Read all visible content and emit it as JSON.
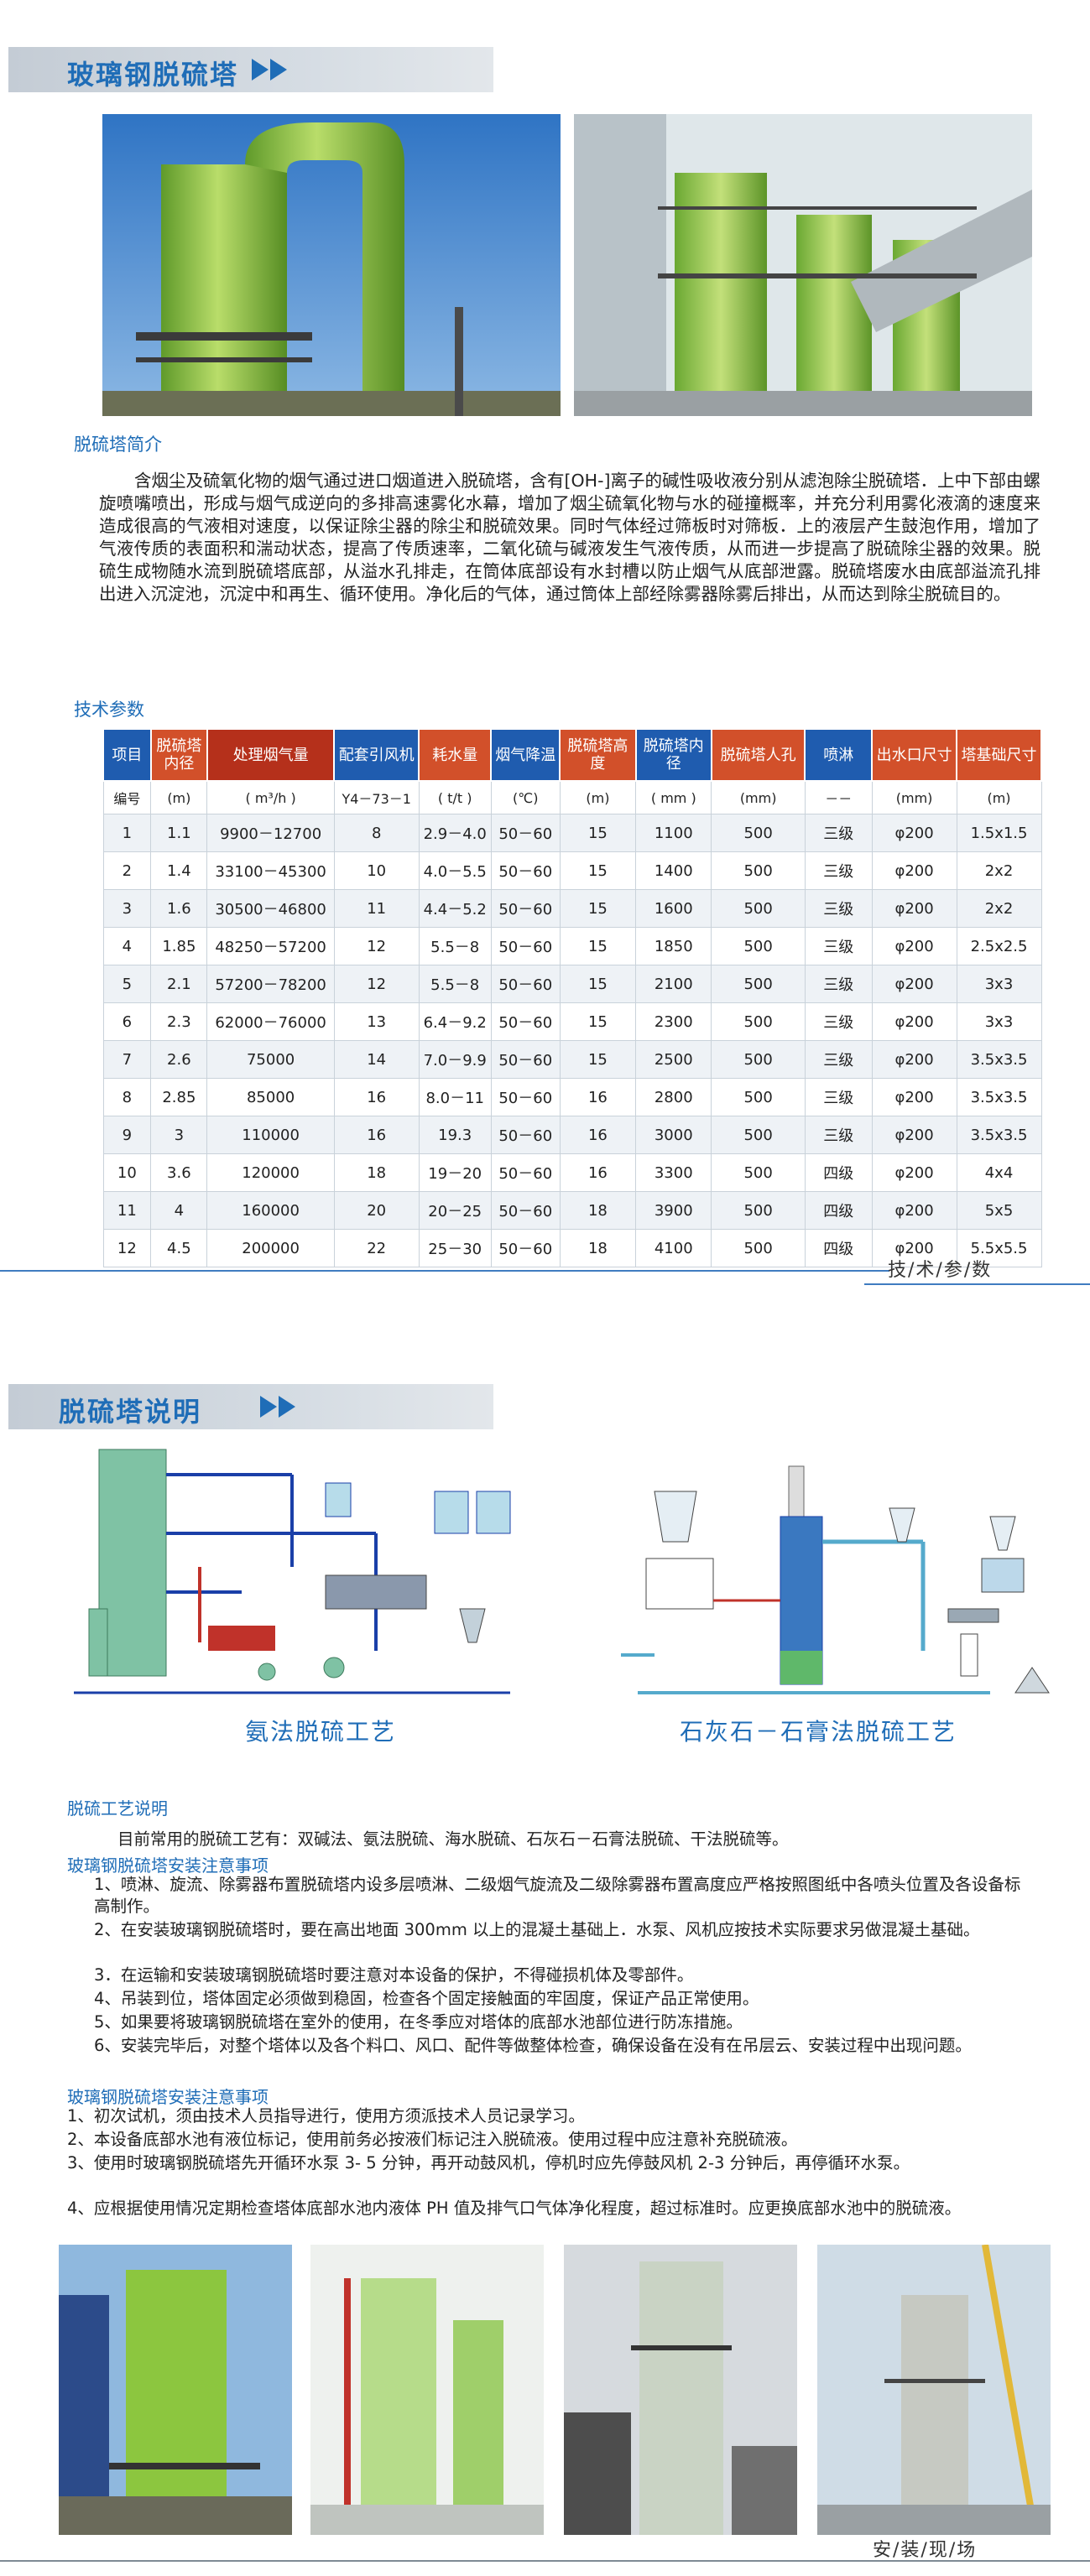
{
  "section1": {
    "title": "玻璃钢脱硫塔",
    "intro_heading": "脱硫塔简介",
    "intro_text": "含烟尘及硫氧化物的烟气通过进口烟道进入脱硫塔，含有[OH-]离子的碱性吸收液分别从滤泡除尘脱硫塔．上中下部由螺旋喷嘴喷出，形成与烟气成逆向的多排高速雾化水幕，增加了烟尘硫氧化物与水的碰撞概率，并充分利用雾化液滴的速度来造成很高的气液相对速度，以保证除尘器的除尘和脱硫效果。同时气体经过筛板时对筛板．上的液层产生鼓泡作用，增加了气液传质的表面积和湍动状态，提高了传质速率，二氧化硫与碱液发生气液传质，从而进一步提高了脱硫除尘器的效果。脱硫生成物随水流到脱硫塔底部，从溢水孔排走，在筒体底部设有水封槽以防止烟气从底部泄露。脱硫塔废水由底部溢流孔排出进入沉淀池，沉淀中和再生、循环使用。净化后的气体，通过筒体上部经除雾器除雾后排出，从而达到除尘脱硫目的。",
    "spec_heading": "技术参数",
    "footer": "技/术/参/数"
  },
  "table": {
    "headers": [
      "项目",
      "脱硫塔内径",
      "处理烟气量",
      "配套引风机",
      "耗水量",
      "烟气降温",
      "脱硫塔高度",
      "脱硫塔内径",
      "脱硫塔人孔",
      "喷淋",
      "出水口尺寸",
      "塔基础尺寸"
    ],
    "units": [
      "编号",
      "(m)",
      "( m³/h )",
      "Y4－73－1",
      "( t/t )",
      "(℃)",
      "(m)",
      "( mm )",
      "(mm)",
      "－－",
      "(mm)",
      "(m)"
    ],
    "rows": [
      [
        "1",
        "1.1",
        "9900－12700",
        "8",
        "2.9－4.0",
        "50－60",
        "15",
        "1100",
        "500",
        "三级",
        "φ200",
        "1.5x1.5"
      ],
      [
        "2",
        "1.4",
        "33100－45300",
        "10",
        "4.0－5.5",
        "50－60",
        "15",
        "1400",
        "500",
        "三级",
        "φ200",
        "2x2"
      ],
      [
        "3",
        "1.6",
        "30500－46800",
        "11",
        "4.4－5.2",
        "50－60",
        "15",
        "1600",
        "500",
        "三级",
        "φ200",
        "2x2"
      ],
      [
        "4",
        "1.85",
        "48250－57200",
        "12",
        "5.5－8",
        "50－60",
        "15",
        "1850",
        "500",
        "三级",
        "φ200",
        "2.5x2.5"
      ],
      [
        "5",
        "2.1",
        "57200－78200",
        "12",
        "5.5－8",
        "50－60",
        "15",
        "2100",
        "500",
        "三级",
        "φ200",
        "3x3"
      ],
      [
        "6",
        "2.3",
        "62000－76000",
        "13",
        "6.4－9.2",
        "50－60",
        "15",
        "2300",
        "500",
        "三级",
        "φ200",
        "3x3"
      ],
      [
        "7",
        "2.6",
        "75000",
        "14",
        "7.0－9.9",
        "50－60",
        "15",
        "2500",
        "500",
        "三级",
        "φ200",
        "3.5x3.5"
      ],
      [
        "8",
        "2.85",
        "85000",
        "16",
        "8.0－11",
        "50－60",
        "16",
        "2800",
        "500",
        "三级",
        "φ200",
        "3.5x3.5"
      ],
      [
        "9",
        "3",
        "110000",
        "16",
        "19.3",
        "50－60",
        "16",
        "3000",
        "500",
        "三级",
        "φ200",
        "3.5x3.5"
      ],
      [
        "10",
        "3.6",
        "120000",
        "18",
        "19－20",
        "50－60",
        "16",
        "3300",
        "500",
        "四级",
        "φ200",
        "4x4"
      ],
      [
        "11",
        "4",
        "160000",
        "20",
        "20－25",
        "50－60",
        "18",
        "3900",
        "500",
        "四级",
        "φ200",
        "5x5"
      ],
      [
        "12",
        "4.5",
        "200000",
        "22",
        "25－30",
        "50－60",
        "18",
        "4100",
        "500",
        "四级",
        "φ200",
        "5.5x5.5"
      ]
    ]
  },
  "section2": {
    "title": "脱硫塔说明",
    "caption_left": "氨法脱硫工艺",
    "caption_right": "石灰石－石膏法脱硫工艺",
    "process_heading": "脱硫工艺说明",
    "process_text": "目前常用的脱硫工艺有：双碱法、氨法脱硫、海水脱硫、石灰石－石膏法脱硫、干法脱硫等。",
    "install_heading": "玻璃钢脱硫塔安装注意事项",
    "install_items": [
      "1、喷淋、旋流、除雾器布置脱硫塔内设多层喷淋、二级烟气旋流及二级除雾器布置高度应严格按照图纸中各喷头位置及各设备标高制作。",
      "2、在安装玻璃钢脱硫塔时，要在高出地面 300mm 以上的混凝土基础上．水泵、风机应按技术实际要求另做混凝土基础。",
      "3．在运输和安装玻璃钢脱硫塔时要注意对本设备的保护，不得碰损机体及零部件。",
      "4、吊装到位，塔体固定必须做到稳固，检查各个固定接触面的牢固度，保证产品正常使用。",
      "5、如果要将玻璃钢脱硫塔在室外的使用，在冬季应对塔体的底部水池部位进行防冻措施。",
      "6、安装完毕后，对整个塔体以及各个料口、风口、配件等做整体检查，确保设备在没有在吊层云、安装过程中出现问题。"
    ],
    "usage_heading": "玻璃钢脱硫塔安装注意事项",
    "usage_items": [
      "1、初次试机，须由技术人员指导进行，使用方须派技术人员记录学习。",
      "2、本设备底部水池有液位标记，使用前务必按液们标记注入脱硫液。使用过程中应注意补充脱硫液。",
      "3、使用时玻璃钢脱硫塔先开循环水泵 3- 5 分钟，再开动鼓风机，停机时应先停鼓风机 2-3 分钟后，再停循环水泵。",
      "4、应根据使用情况定期检查塔体底部水池内液体 PH 值及排气口气体净化程度，超过标准时。应更换底部水池中的脱硫液。"
    ],
    "footer": "安/装/现/场"
  },
  "colors": {
    "accent_blue": "#1f6db7",
    "table_blue": "#1f5caf",
    "table_red": "#d2502a",
    "tower_green": "#8cc63f"
  }
}
